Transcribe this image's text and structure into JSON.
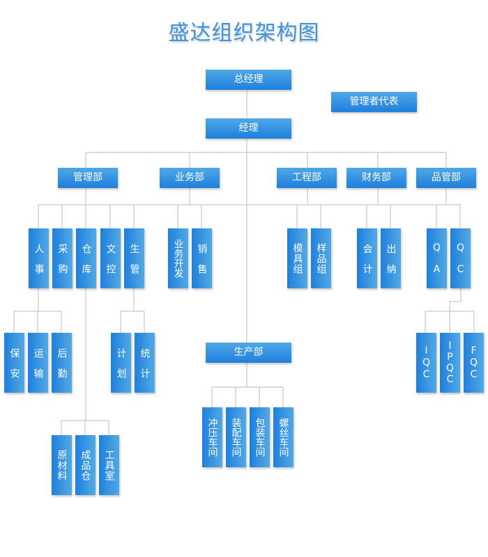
{
  "title": "盛达组织架构图",
  "nodes": {
    "ceo": "总经理",
    "rep": "管理者代表",
    "manager": "经理",
    "admin": "管理部",
    "business": "业务部",
    "engineering": "工程部",
    "finance": "财务部",
    "quality": "品管部",
    "production": "生产部",
    "hr": "人事",
    "purchase": "采购",
    "warehouse": "仓库",
    "doc": "文控",
    "prodmgmt": "生管",
    "bizdev": "业务开发",
    "sales": "销售",
    "mold": "模具组",
    "sample": "样品组",
    "accounting": "会计",
    "cashier": "出纳",
    "qa": "QA",
    "qc": "QC",
    "security": "保安",
    "transport": "运输",
    "logistics": "后勤",
    "plan": "计划",
    "stats": "统计",
    "iqc": "IQC",
    "ipqc": "IPQC",
    "fqc": "FQC",
    "stamping": "冲压车间",
    "assembly": "装配车间",
    "packaging": "包装车间",
    "screw": "螺丝车间",
    "rawmat": "原材料",
    "finished": "成品仓",
    "tools": "工具室"
  },
  "colors": {
    "title": "#3d93dc",
    "box_dark": "#1f7fdc",
    "box_light": "#52aae4",
    "line": "#c8c8c8"
  }
}
